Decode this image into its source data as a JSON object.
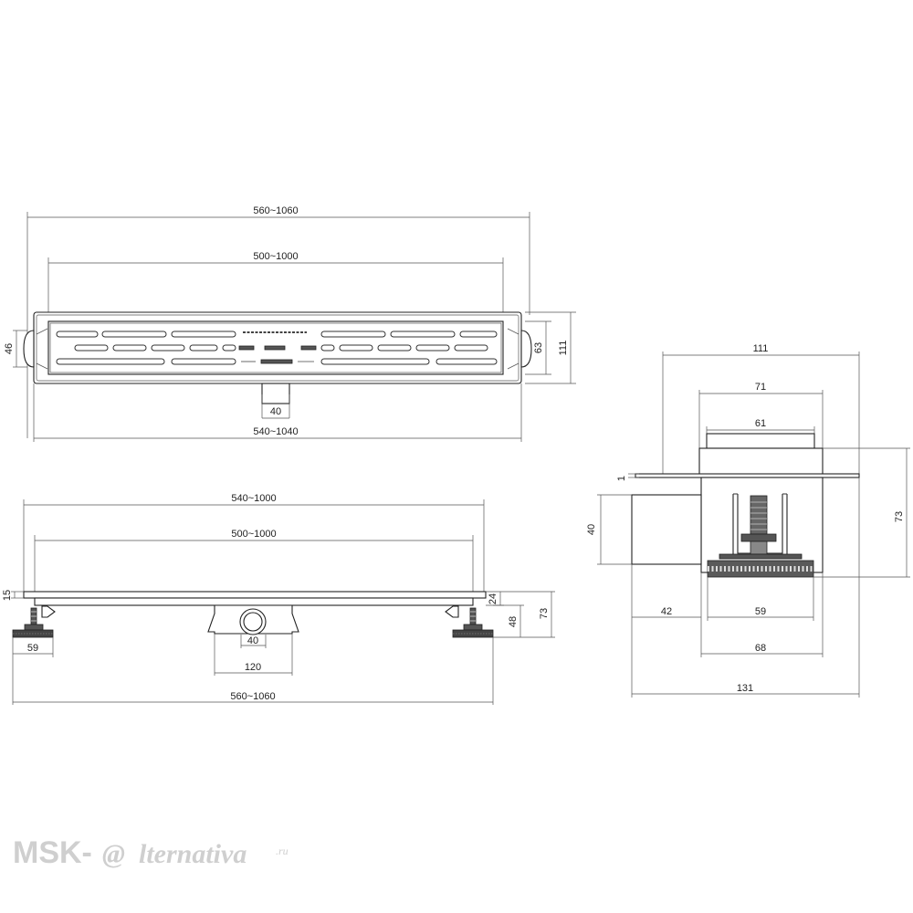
{
  "top_view": {
    "overall_length": "560~1060",
    "grate_length": "500~1000",
    "body_length": "540~1040",
    "outlet_width": "40",
    "left_height": "46",
    "grate_height": "63",
    "total_height": "111"
  },
  "side_view": {
    "body_length": "540~1000",
    "grate_length": "500~1000",
    "overall_length": "560~1060",
    "grate_thickness": "15",
    "channel_depth": "24",
    "foot_height": "48",
    "total_height": "73",
    "foot_width": "59",
    "outlet_diameter": "40",
    "outlet_box_width": "120"
  },
  "section_view": {
    "flange_width": "111",
    "channel_width": "71",
    "grate_width": "61",
    "flange_thickness": "1",
    "outlet_height": "40",
    "total_height": "73",
    "outlet_offset": "42",
    "foot_width": "59",
    "body_width": "68",
    "total_width": "131"
  },
  "watermark": {
    "brand_prefix": "MSK-",
    "brand_at": "@",
    "brand_suffix": "lternativa",
    "domain": ".ru"
  }
}
